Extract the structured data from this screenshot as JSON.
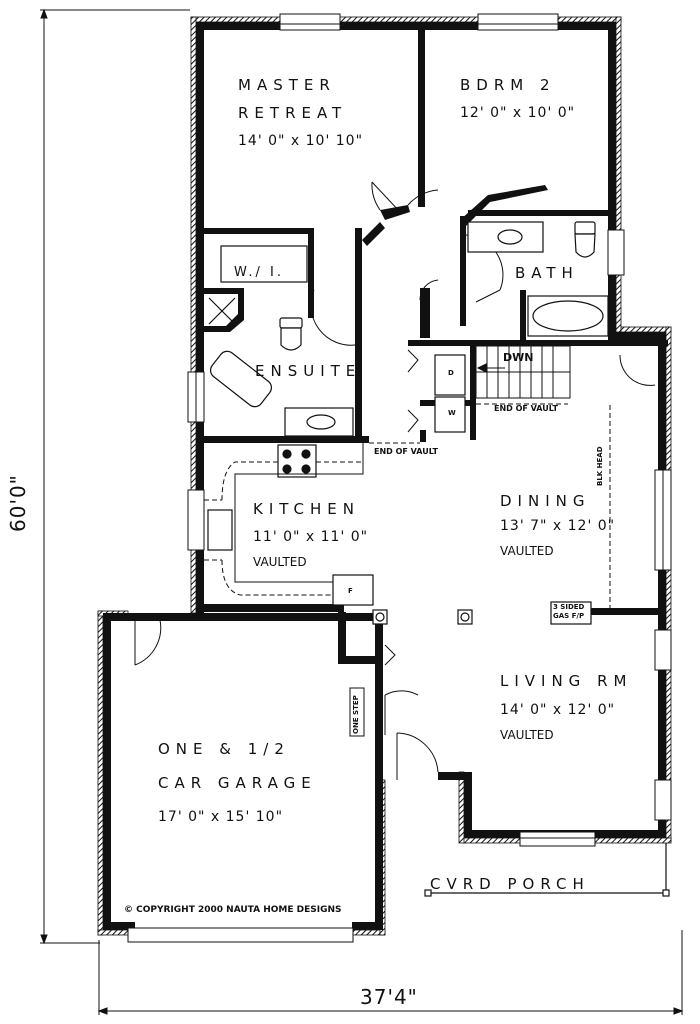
{
  "plan": {
    "overall_depth": "60'0\"",
    "overall_width": "37'4\"",
    "copyright": "© COPYRIGHT 2000 NAUTA HOME DESIGNS"
  },
  "rooms": {
    "master": {
      "name_line1": "MASTER",
      "name_line2": "RETREAT",
      "size": "14' 0\" x 10' 10\""
    },
    "bdrm2": {
      "name": "BDRM 2",
      "size": "12' 0\" x 10' 0\""
    },
    "wi": {
      "name": "W./ I."
    },
    "bath": {
      "name": "BATH"
    },
    "ensuite": {
      "name": "ENSUITE"
    },
    "kitchen": {
      "name": "KITCHEN",
      "size": "11' 0\" x 11' 0\"",
      "note": "VAULTED"
    },
    "dining": {
      "name": "DINING",
      "size": "13' 7\" x 12' 0\"",
      "note": "VAULTED"
    },
    "living": {
      "name": "LIVING RM",
      "size": "14' 0\" x 12' 0\"",
      "note": "VAULTED"
    },
    "garage": {
      "name_line1": "ONE & 1/2",
      "name_line2": "CAR GARAGE",
      "size": "17' 0\" x 15' 10\""
    },
    "porch": {
      "name": "CVRD PORCH"
    }
  },
  "annotations": {
    "end_of_vault_1": "END OF VAULT",
    "end_of_vault_2": "END OF VAULT",
    "blk_head": "BLK HEAD",
    "fireplace_line1": "3 SIDED",
    "fireplace_line2": "GAS F/P",
    "stairs": "DWN",
    "one_step": "ONE STEP",
    "dryer": "D",
    "washer": "W",
    "fridge": "F"
  }
}
